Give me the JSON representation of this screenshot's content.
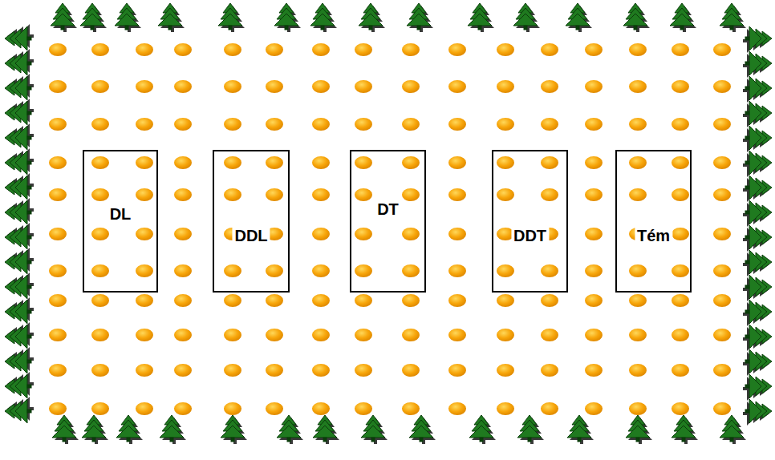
{
  "diagram": {
    "nodes": [
      {
        "text": [
          "DL"
        ]
      },
      {
        "text": [
          "DDL"
        ]
      },
      {
        "text": [
          "DT"
        ]
      },
      {
        "text": [
          "DDT"
        ]
      },
      {
        "text": [
          "Tém"
        ]
      }
    ]
  }
}
